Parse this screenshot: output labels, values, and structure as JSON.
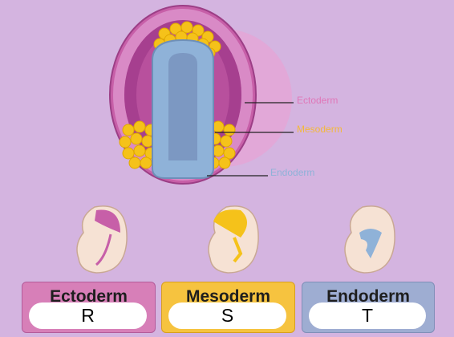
{
  "layers": {
    "ectoderm": {
      "label": "Ectoderm",
      "color": "#e077b8"
    },
    "mesoderm": {
      "label": "Mesoderm",
      "color": "#f3b83a"
    },
    "endoderm": {
      "label": "Endoderm",
      "color": "#8fb2d8"
    }
  },
  "cards": [
    {
      "title": "Ectoderm",
      "answer": "R",
      "color": "#d77fb8",
      "border": "#b45b9a"
    },
    {
      "title": "Mesoderm",
      "answer": "S",
      "color": "#f6c33f",
      "border": "#d79f1f"
    },
    {
      "title": "Endoderm",
      "answer": "T",
      "color": "#9eadd2",
      "border": "#7f8fb8"
    }
  ]
}
